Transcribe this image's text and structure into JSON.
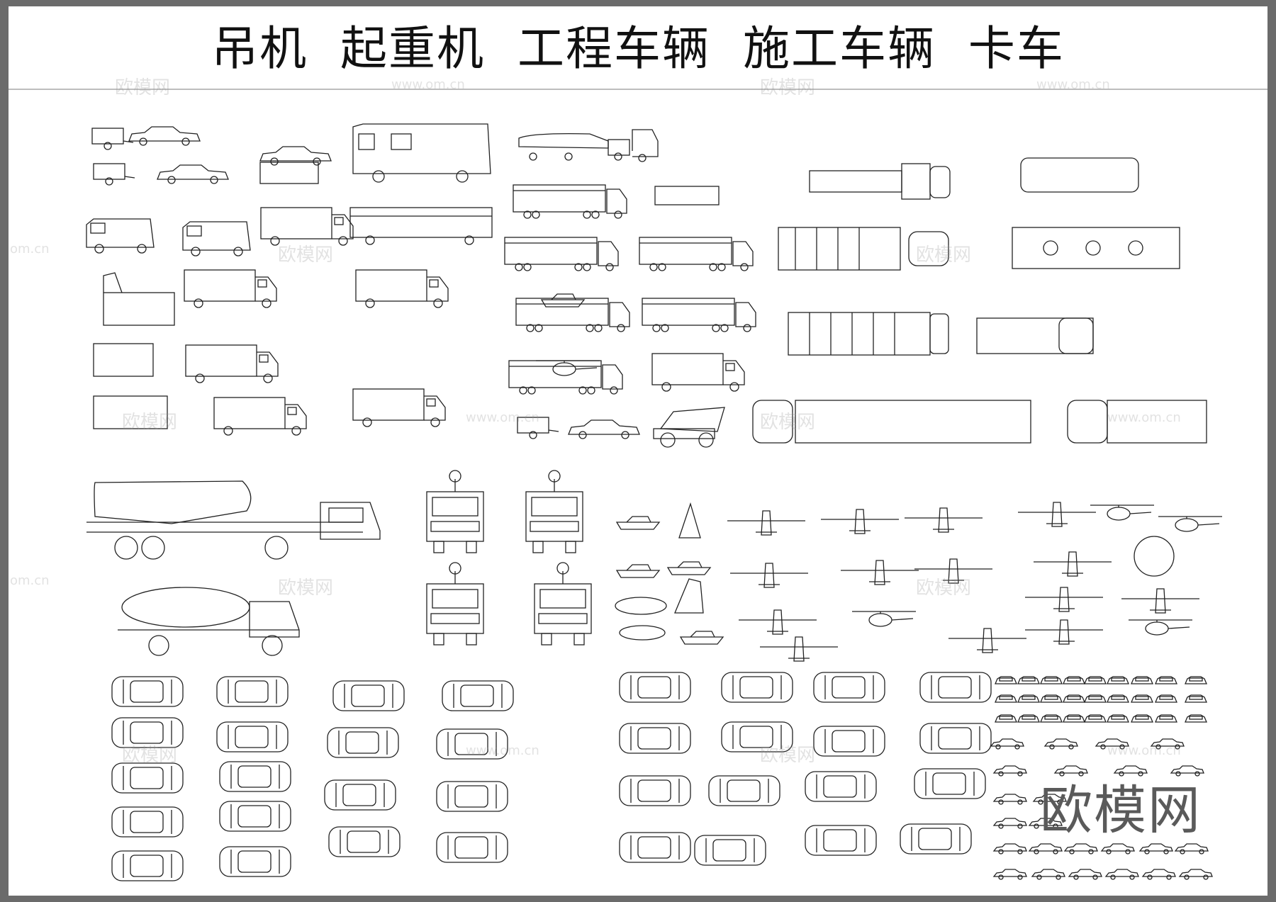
{
  "title": "吊机  起重机  工程车辆  施工车辆  卡车",
  "watermark": {
    "text": "欧模网",
    "url": "www.om.cn",
    "url_short": "om.cn"
  },
  "colors": {
    "frame": "#6b6b6b",
    "paper": "#ffffff",
    "line": "#222222"
  }
}
